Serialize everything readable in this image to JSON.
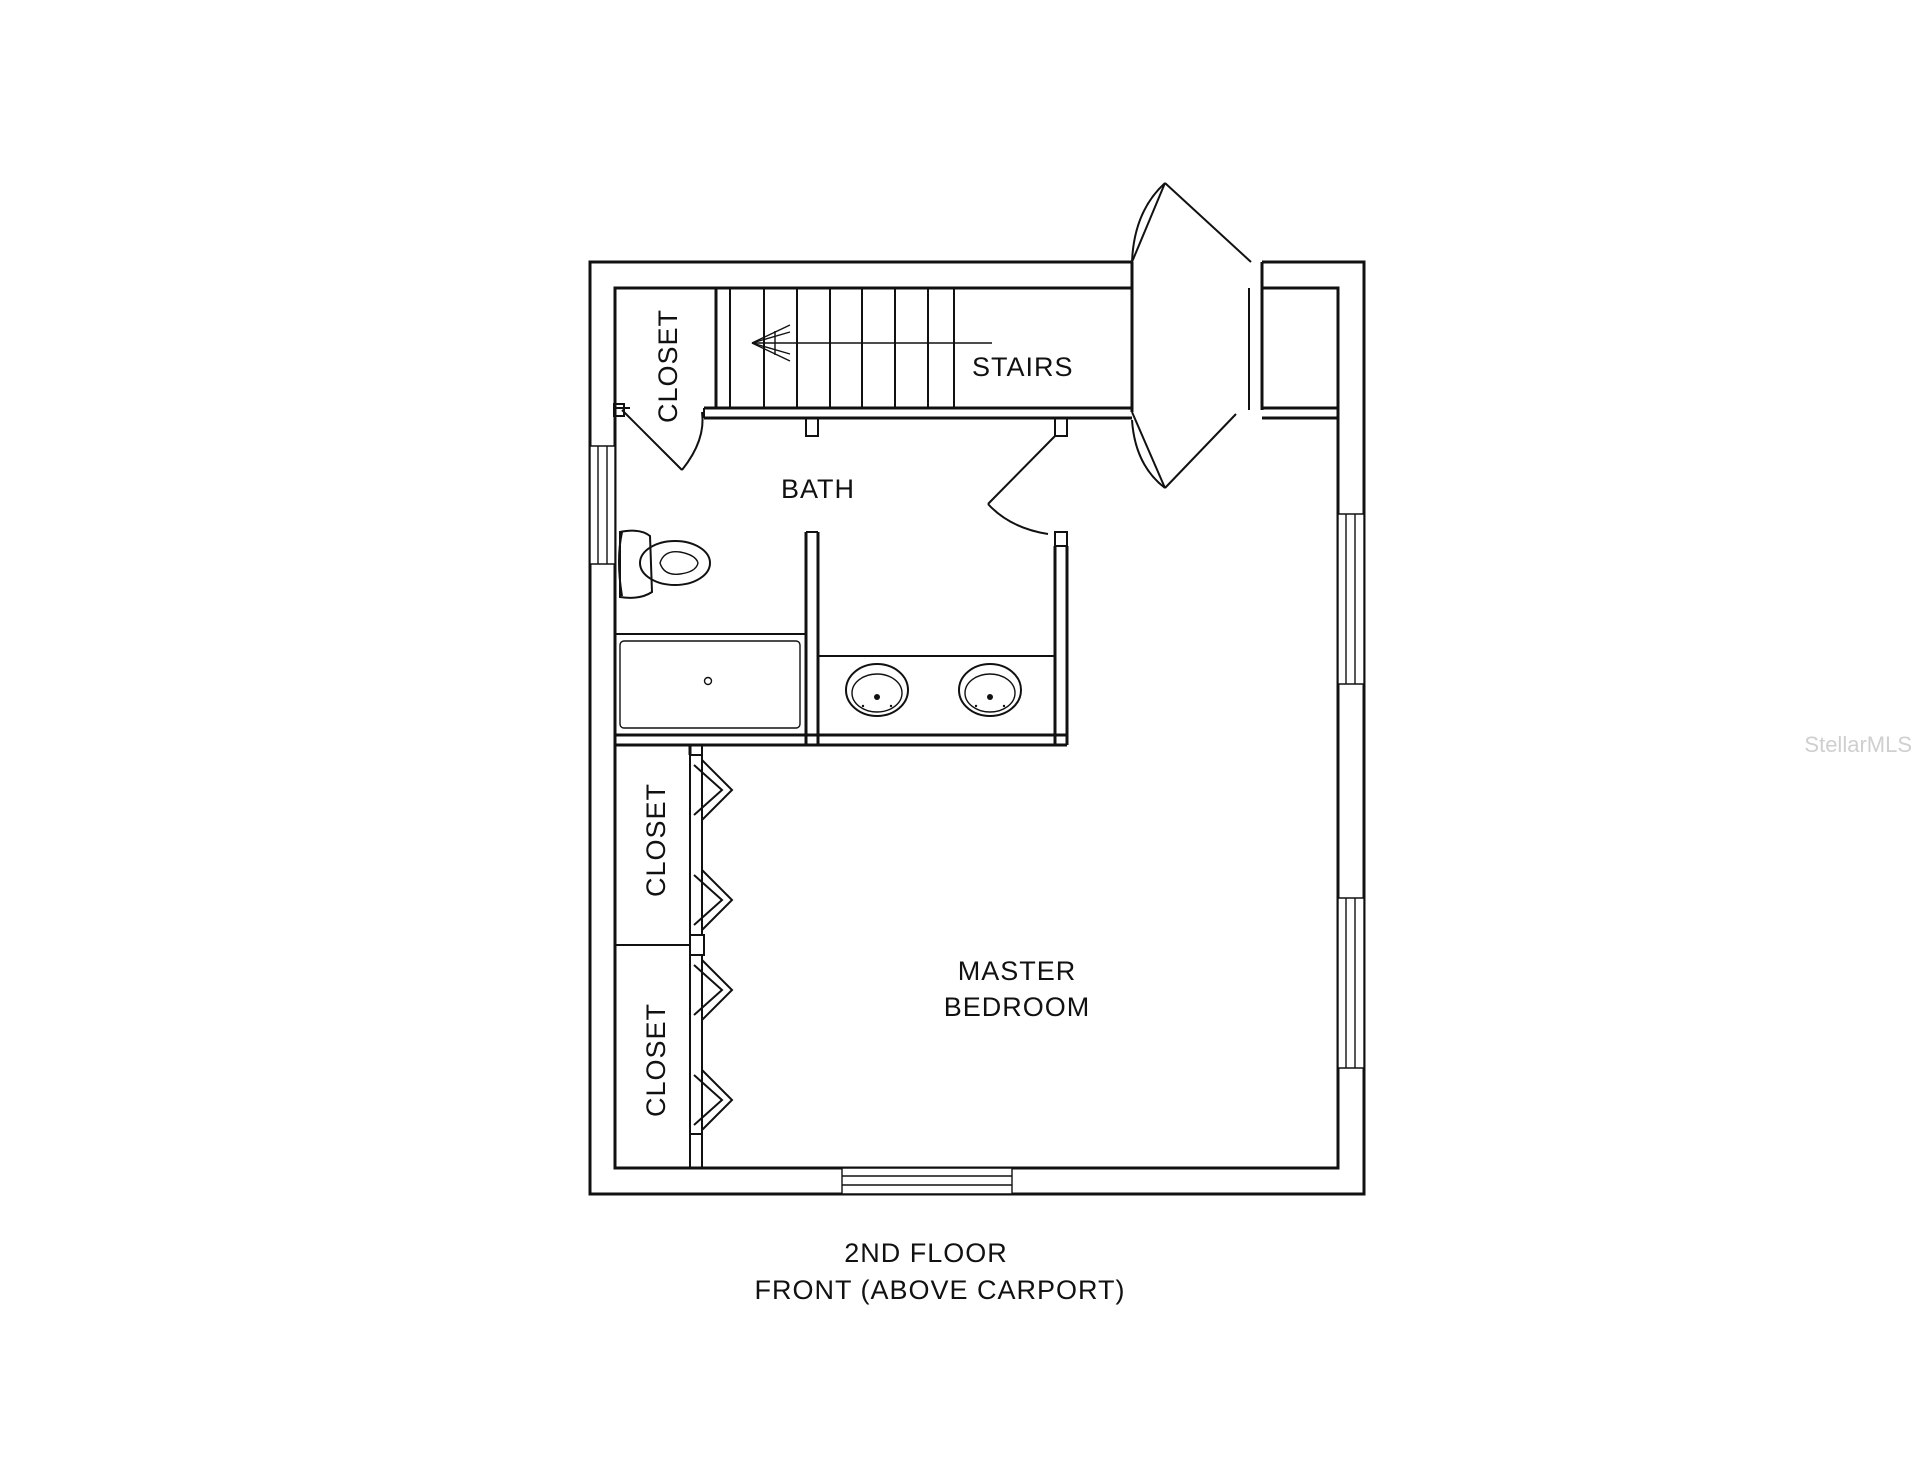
{
  "rooms": {
    "stairs": "STAIRS",
    "bath": "BATH",
    "closet_top": "CLOSET",
    "closet_middle": "CLOSET",
    "closet_bottom": "CLOSET",
    "master_line1": "MASTER",
    "master_line2": "BEDROOM"
  },
  "caption": {
    "line1": "2ND FLOOR",
    "line2": "FRONT (ABOVE CARPORT)"
  },
  "watermark": "StellarMLS"
}
